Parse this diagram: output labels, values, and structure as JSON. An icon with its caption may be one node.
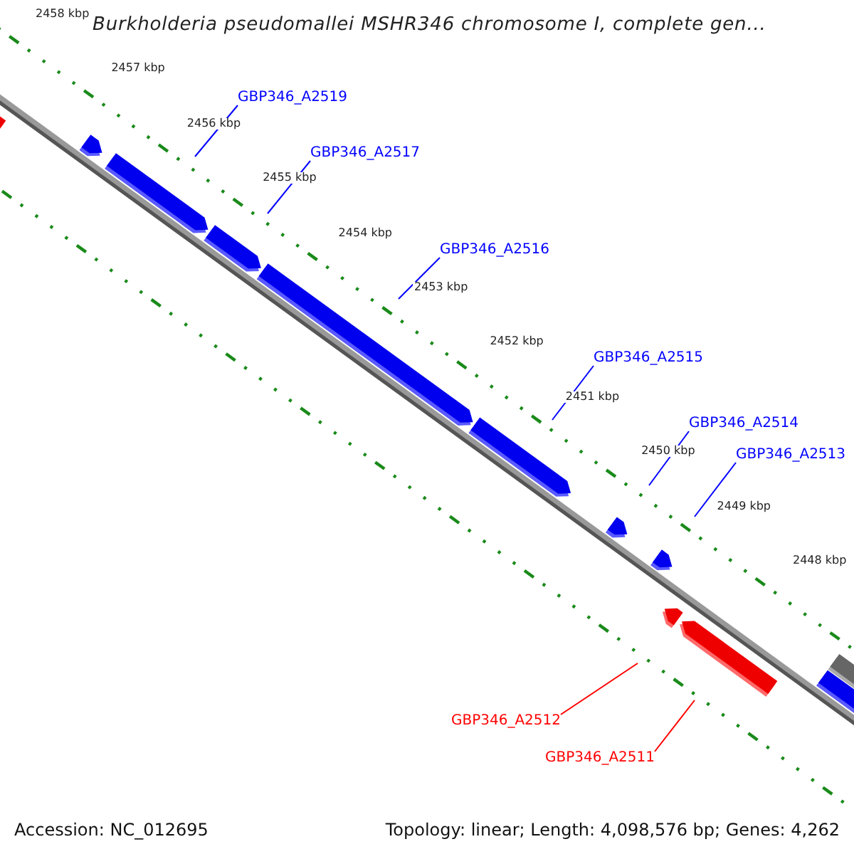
{
  "diagram": {
    "title": "Burkholderia pseudomallei MSHR346 chromosome I, complete gen...",
    "nodes": [
      {
        "text": [
          "GBP346_A2519"
        ]
      },
      {
        "text": [
          "GBP346_A2517"
        ]
      },
      {
        "text": [
          "GBP346_A2516"
        ]
      },
      {
        "text": [
          "GBP346_A2515"
        ]
      },
      {
        "text": [
          "GBP346_A2514"
        ]
      },
      {
        "text": [
          "GBP346_A2513"
        ]
      },
      {
        "text": [
          "GBP346_A2512"
        ]
      },
      {
        "text": [
          "GBP346_A2511"
        ]
      }
    ],
    "edges": [
      {
        "from": 0,
        "to": null,
        "arrow": "none"
      },
      {
        "from": 1,
        "to": null,
        "arrow": "none"
      },
      {
        "from": 2,
        "to": null,
        "arrow": "none"
      },
      {
        "from": 3,
        "to": null,
        "arrow": "none"
      },
      {
        "from": 4,
        "to": null,
        "arrow": "none"
      },
      {
        "from": 5,
        "to": null,
        "arrow": "none"
      },
      {
        "from": 6,
        "to": null,
        "arrow": "none",
        "color": "#ff0000"
      },
      {
        "from": 7,
        "to": null,
        "arrow": "none",
        "color": "#ff0000"
      }
    ],
    "labels": [
      "2458 kbp",
      "2457 kbp",
      "2456 kbp",
      "2455 kbp",
      "2454 kbp",
      "2453 kbp",
      "2452 kbp",
      "2451 kbp",
      "2450 kbp",
      "2449 kbp",
      "2448 kbp",
      "Accession: NC_012695",
      "Topology: linear; Length: 4,098,576 bp; Genes: 4,262"
    ]
  }
}
